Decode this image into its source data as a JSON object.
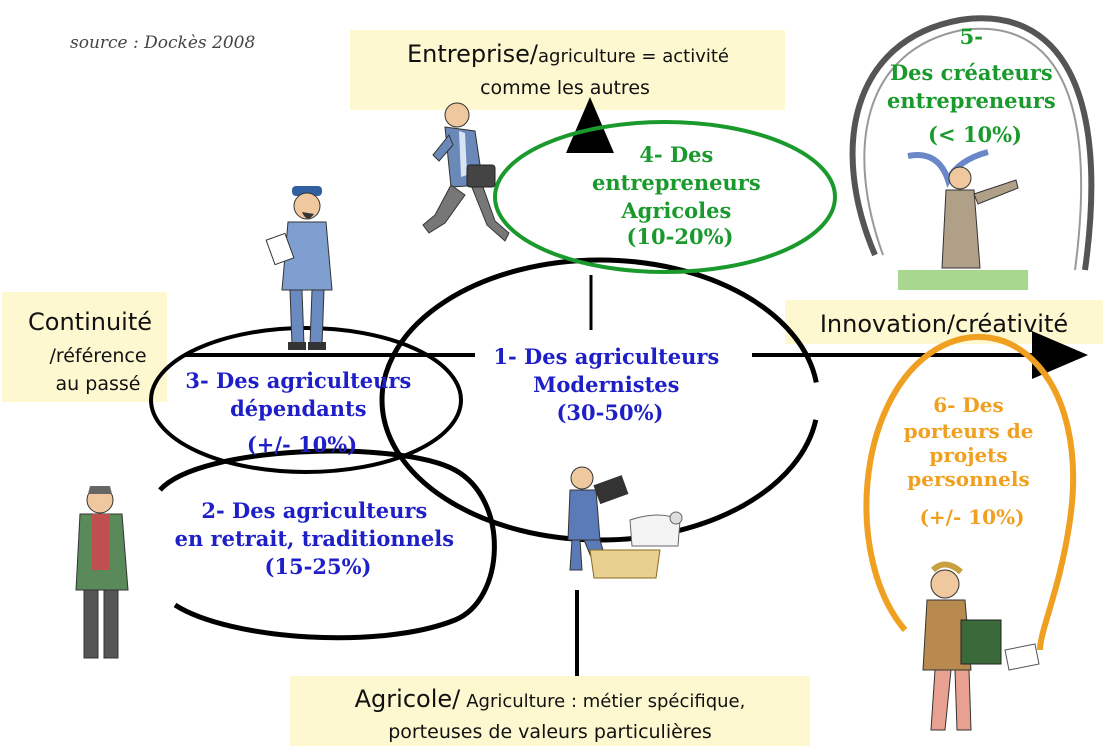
{
  "source": "source : Dockès 2008",
  "axes": {
    "top": {
      "main": "Entreprise/",
      "rest": "agriculture = activité",
      "line2": "comme les autres"
    },
    "bottom": {
      "main": "Agricole/",
      "rest": "Agriculture : métier spécifique,",
      "line2": "porteuses de valeurs particulières"
    },
    "left": {
      "line1": "Continuité",
      "line2": "/référence",
      "line3": "au passé"
    },
    "right": {
      "label": "Innovation/créativité"
    }
  },
  "groups": [
    {
      "id": "g1",
      "lines": [
        "1- Des agriculteurs",
        "Modernistes",
        "(30-50%)"
      ],
      "color": "#1f1fc8"
    },
    {
      "id": "g2",
      "lines": [
        "2- Des agriculteurs",
        "en retrait, traditionnels",
        "(15-25%)"
      ],
      "color": "#1f1fc8"
    },
    {
      "id": "g3",
      "lines": [
        "3- Des agriculteurs",
        "dépendants",
        "(+/- 10%)"
      ],
      "color": "#1f1fc8"
    },
    {
      "id": "g4",
      "lines": [
        "4- Des",
        "entrepreneurs",
        "Agricoles",
        "(10-20%)"
      ],
      "color": "#1a9a2c"
    },
    {
      "id": "g5",
      "lines": [
        "5-",
        "Des créateurs",
        "entrepreneurs",
        "(< 10%)"
      ],
      "color": "#1a9a2c"
    },
    {
      "id": "g6",
      "lines": [
        "6- Des",
        "porteurs de",
        "projets",
        "personnels",
        "(+/- 10%)"
      ],
      "color": "#f0a020"
    }
  ],
  "illustrations": [
    "businessman-running",
    "farmer-overalls-clipboard",
    "farmer-laptop-goat",
    "old-farmer-standing",
    "creator-scarf-pointing",
    "person-carrying-papers"
  ]
}
